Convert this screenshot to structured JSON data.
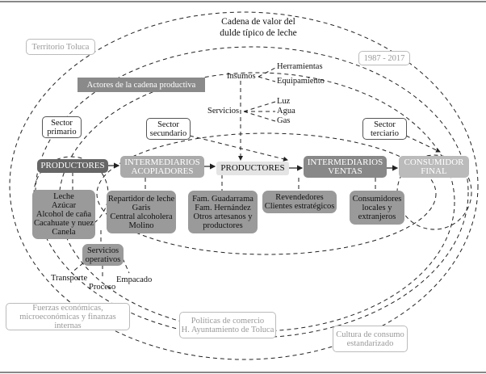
{
  "title": {
    "line1": "Cadena de valor del",
    "line2": "dulde típico de leche"
  },
  "context": {
    "territory": "Territorio Toluca",
    "period": "1987 - 2017",
    "actors_header": "Actores de la cadena productiva",
    "economic_forces": "Fuerzas económicas,\nmicroeconómicas y finanzas internas",
    "policies": "Políticas de comercio\nH. Ayuntamiento de Toluca",
    "consumption_culture": "Cultura de consumo\nestandarizado"
  },
  "sectors": {
    "primary": "Sector\nprimario",
    "secondary": "Sector\nsecundario",
    "tertiary": "Sector\nterciario"
  },
  "inputs": {
    "label": "Insumos",
    "items": [
      "Herramientas",
      "Equipamiento"
    ]
  },
  "services": {
    "label": "Servicios",
    "items": [
      "Luz",
      "Agua",
      "Gas"
    ]
  },
  "stages": [
    {
      "label": "PRODUCTORES",
      "actors": "Leche\nAzúcar\nAlcohol de caña\nCacahuate y nuez\nCanela",
      "color": "#666666"
    },
    {
      "label": "INTERMEDIARIOS\nACOPIADORES",
      "actors": "Repartidor de leche\nGaris\nCentral alcoholera\nMolino",
      "color": "#aaaaaa"
    },
    {
      "label": "PRODUCTORES",
      "actors": "Fam. Guadarrama\nFam. Hernández\nOtros artesanos y\nproductores",
      "color": "#e4e4e4"
    },
    {
      "label": "INTERMEDIARIOS\nVENTAS",
      "actors": "Revendedores\nClientes estratégicos",
      "color": "#888888"
    },
    {
      "label": "CONSUMIDOR\nFINAL",
      "actors": "Consumidores\nlocales y\nextranjeros",
      "color": "#bbbbbb"
    }
  ],
  "operative_services": {
    "label": "Servicios\noperativos",
    "items": [
      "Transporte",
      "Proceso",
      "Empacado"
    ]
  }
}
